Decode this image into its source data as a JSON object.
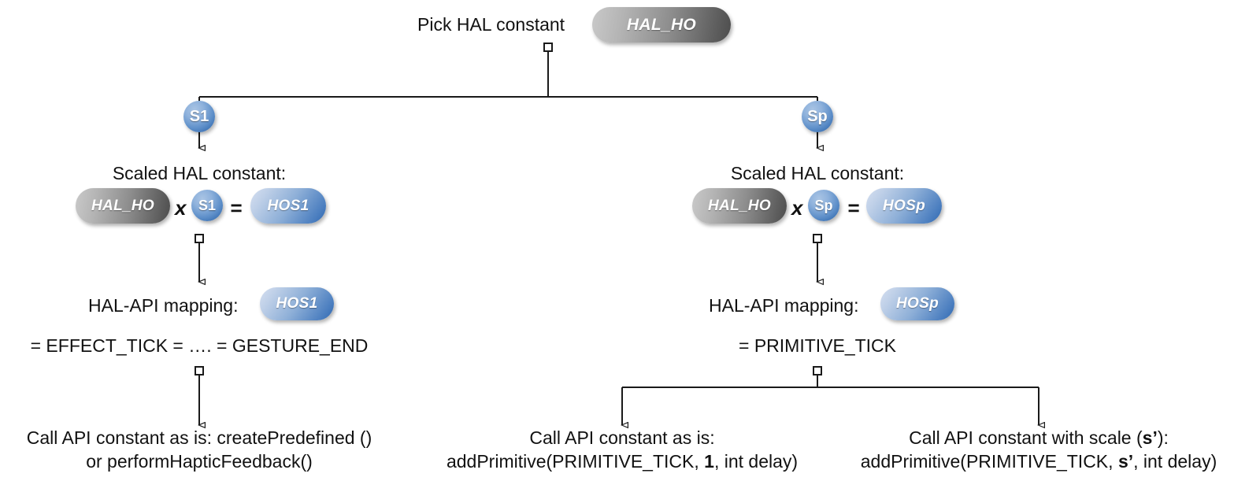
{
  "diagram": {
    "title_row": {
      "text": "Pick HAL constant",
      "pill": "HAL_HO"
    },
    "branches": [
      {
        "node": "S1"
      },
      {
        "node": "Sp"
      }
    ],
    "columns": [
      {
        "id": "left",
        "scaled": {
          "caption": "Scaled HAL constant:",
          "base_pill": "HAL_HO",
          "multiply_op": "x",
          "factor": "S1",
          "equals_op": "=",
          "result_pill": "HOS1"
        },
        "mapping": {
          "caption": "HAL-API mapping:",
          "pill": "HOS1",
          "expansion": "= EFFECT_TICK = …. = GESTURE_END"
        },
        "outcomes": [
          {
            "line1": "Call API constant as is: createPredefined ()",
            "line2": "or performHapticFeedback()"
          }
        ]
      },
      {
        "id": "right",
        "scaled": {
          "caption": "Scaled HAL constant:",
          "base_pill": "HAL_HO",
          "multiply_op": "x",
          "factor": "Sp",
          "equals_op": "=",
          "result_pill": "HOSp"
        },
        "mapping": {
          "caption": "HAL-API mapping:",
          "pill": "HOSp",
          "expansion": "= PRIMITIVE_TICK"
        },
        "outcomes": [
          {
            "line1": "Call API constant as is:",
            "line2_pre": "addPrimitive(PRIMITIVE_TICK, ",
            "line2_em": "1",
            "line2_post": ", int delay)"
          },
          {
            "line1_pre": "Call API constant with scale (",
            "line1_em": "s’",
            "line1_post": "):",
            "line2_pre": "addPrimitive(PRIMITIVE_TICK, ",
            "line2_em": "s’",
            "line2_post": ", int delay)"
          }
        ]
      }
    ],
    "colors": {
      "line": "#1a1a1a",
      "pill_gray_light": "#c9c9c9",
      "pill_gray_dark": "#4d4d4d",
      "pill_blue_light": "#d5dff0",
      "pill_blue_dark": "#2f68b0",
      "circle_blue_light": "#a9c4e4",
      "circle_blue_dark": "#2a62a8",
      "text": "#111111"
    }
  }
}
